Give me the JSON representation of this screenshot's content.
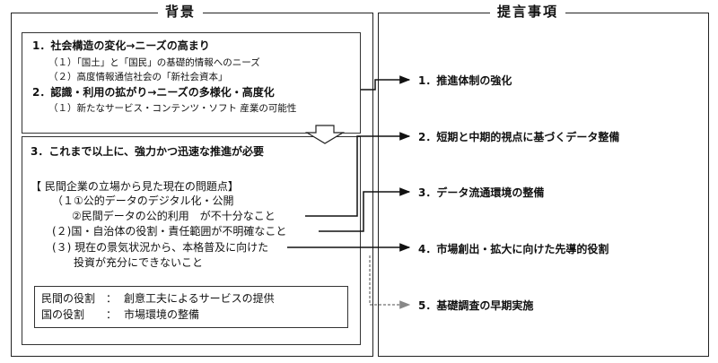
{
  "left_panel": {
    "title": "背景",
    "box1": {
      "item1": "1．社会構造の変化→ニーズの高まり",
      "item1_sub1": "（１）「国土」と「国民」の基礎的情報へのニーズ",
      "item1_sub2": "（２）高度情報通信社会の「新社会資本」",
      "item2": "2．認識・利用の拡がり→ニーズの多様化・高度化",
      "item2_sub1": "（１）新たなサービス・コンテンツ・ソフト 産業の可能性"
    },
    "box2": {
      "item3": "3．これまで以上に、強力かつ迅速な推進が必要",
      "problems_header": "【 民間企業の立場から見た現在の問題点】",
      "p1a": "（１①公的データのデジタル化・公開",
      "p1b": "②民間データの公的利用　が不十分なこと",
      "p2": "(２)国・自治体の役割・責任範囲が不明確なこと",
      "p3a": "(３) 現在の景気状況から、本格普及に向けた",
      "p3b": "投資が充分にできないこと"
    },
    "roles": {
      "private_label": "民間の役割",
      "private_sep": "：",
      "private_value": "創意工夫によるサービスの提供",
      "national_label": "国の役割",
      "national_sep": "：",
      "national_value": "市場環境の整備"
    }
  },
  "right_panel": {
    "title": "提言事項",
    "items": [
      "1．推進体制の強化",
      "2．短期と中期的視点に基づくデータ整備",
      "3．データ流通環境の整備",
      "4．市場創出・拡大に向けた先導的役割",
      "5．基礎調査の早期実施"
    ]
  }
}
